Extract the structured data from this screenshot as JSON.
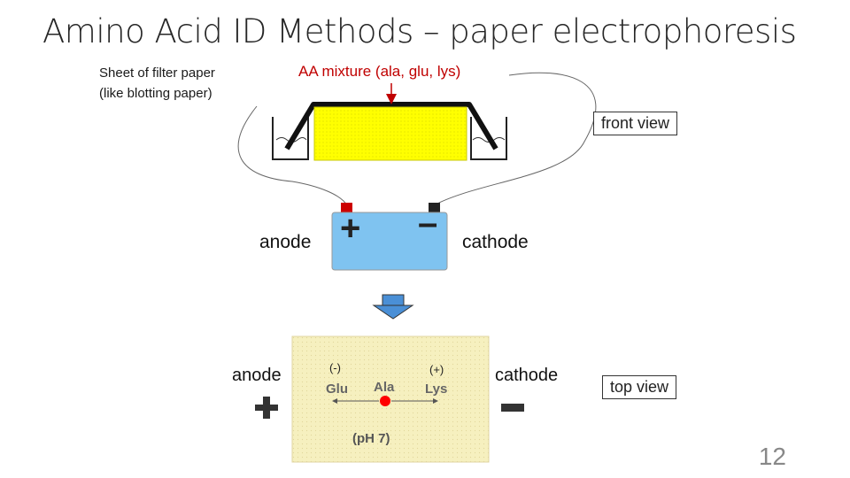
{
  "title": "Amino Acid ID Methods – paper electrophoresis",
  "front": {
    "paper_label_line1": "Sheet of filter paper",
    "paper_label_line2": "(like blotting paper)",
    "mixture_label": "AA mixture (ala, glu, lys)",
    "view_label": "front view",
    "anode": "anode",
    "cathode": "cathode",
    "plus": "+",
    "minus": "–"
  },
  "top": {
    "anode": "anode",
    "cathode": "cathode",
    "plus": "+",
    "minus": "–",
    "glu_charge": "(-)",
    "lys_charge": "(+)",
    "glu": "Glu",
    "ala": "Ala",
    "lys": "Lys",
    "ph": "(pH 7)",
    "view_label": "top view"
  },
  "colors": {
    "paper_yellow": "#ffff00",
    "strip_tan": "#f6f0bf",
    "battery_blue": "#7fc3f0",
    "arrow_blue": "#4a8fd6",
    "mixture_red": "#c00000",
    "dot_red": "#ff0000"
  },
  "page_number": "12"
}
